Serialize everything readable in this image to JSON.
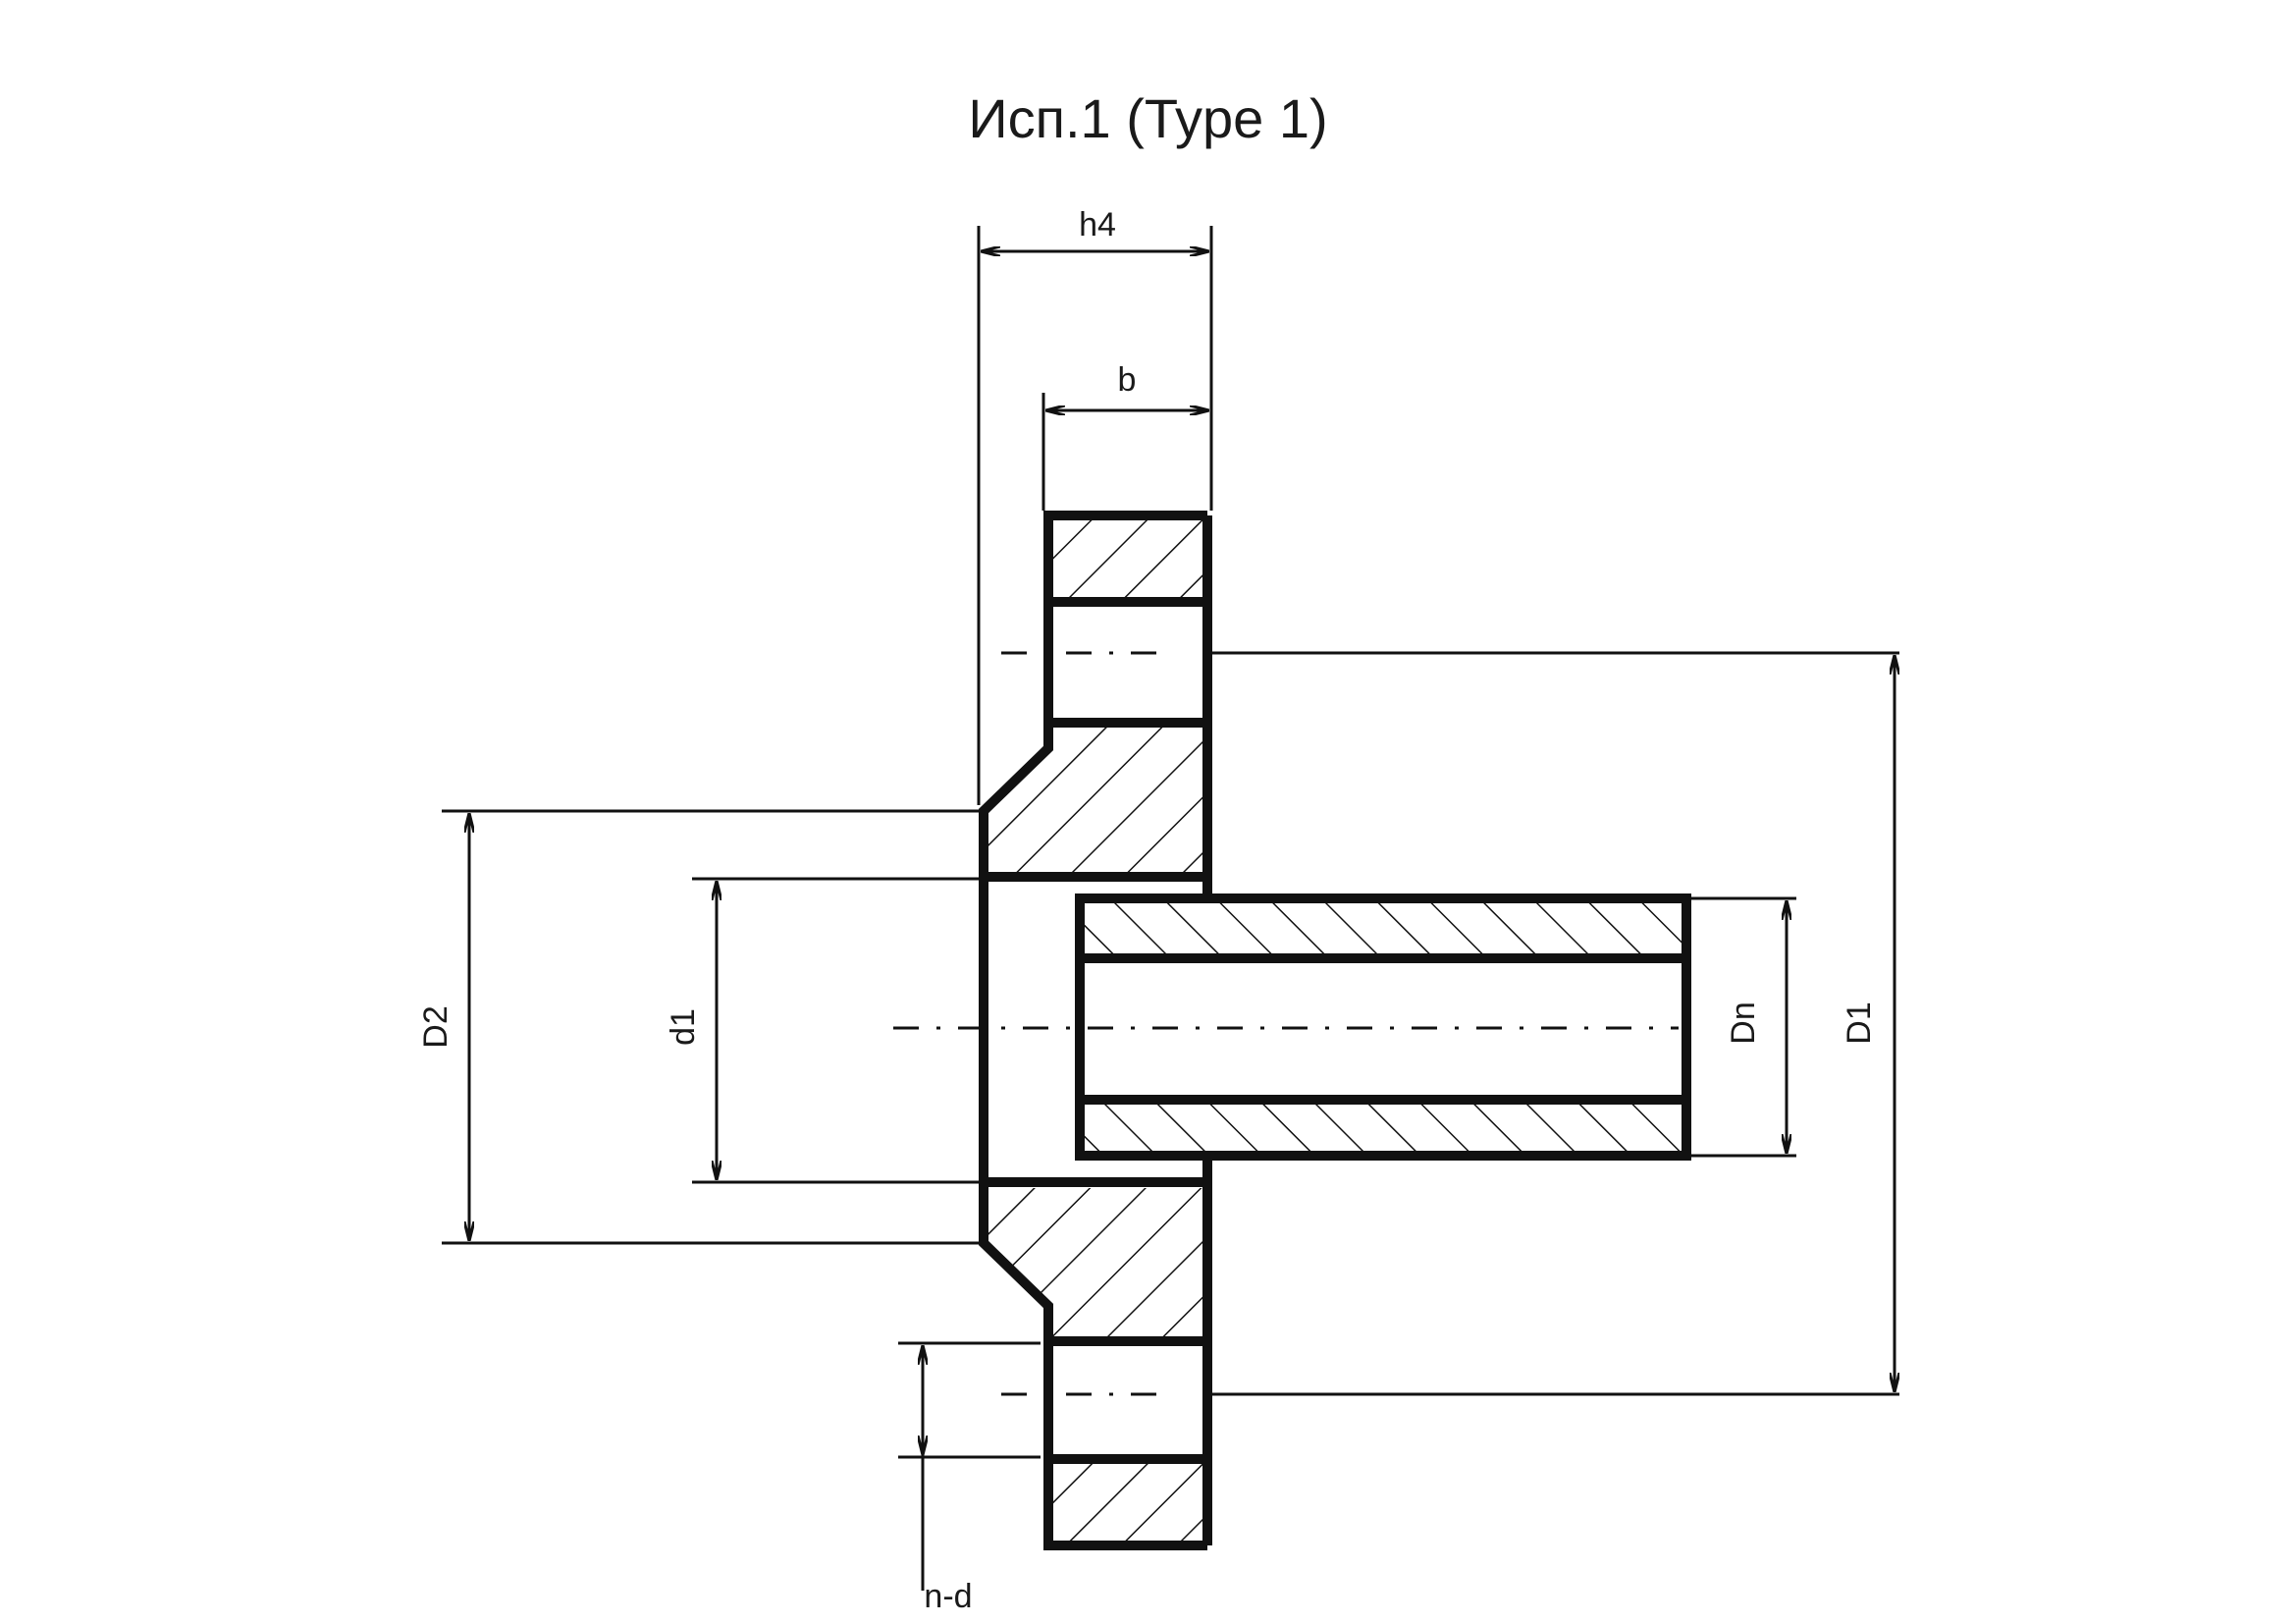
{
  "title": "Исп.1 (Type 1)",
  "dimensions": {
    "h4": "h4",
    "b": "b",
    "D1": "D1",
    "D2": "D2",
    "d1": "d1",
    "Dn": "Dn",
    "n_d": "n-d"
  },
  "colors": {
    "line": "#111111",
    "background": "#ffffff"
  }
}
